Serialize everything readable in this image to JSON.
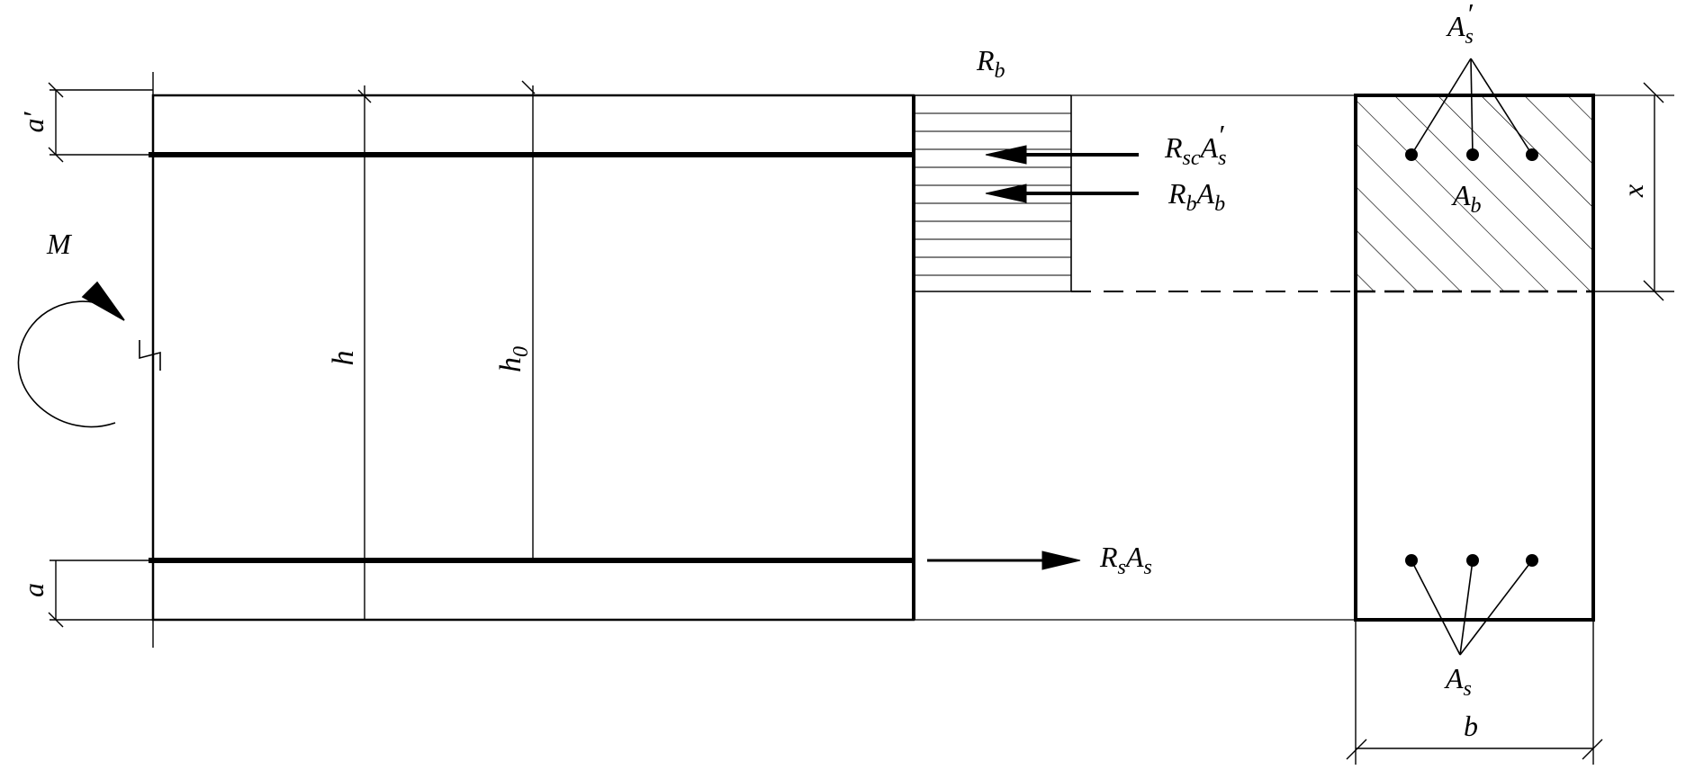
{
  "labels": {
    "a_prime": "a′",
    "a": "a",
    "M": "M",
    "h": "h",
    "h0_main": "h",
    "h0_sub": "0",
    "Rb_top_main": "R",
    "Rb_top_sub": "b",
    "Rsc_main": "R",
    "Rsc_sub": "sc",
    "As_prime_main": "A",
    "As_prime_sub": "s",
    "As_prime_mark": "′",
    "RbAb_R": "R",
    "RbAb_R_sub": "b",
    "RbAb_A": "A",
    "RbAb_A_sub": "b",
    "RsAs_R": "R",
    "RsAs_R_sub": "s",
    "RsAs_A": "A",
    "RsAs_A_sub": "s",
    "section_As_prime_main": "A",
    "section_As_prime_sub": "s",
    "section_As_prime_mark": "′",
    "section_Ab_main": "A",
    "section_Ab_sub": "b",
    "section_As_main": "A",
    "section_As_sub": "s",
    "x": "x",
    "b": "b"
  },
  "colors": {
    "line": "#000000",
    "background": "#ffffff"
  }
}
